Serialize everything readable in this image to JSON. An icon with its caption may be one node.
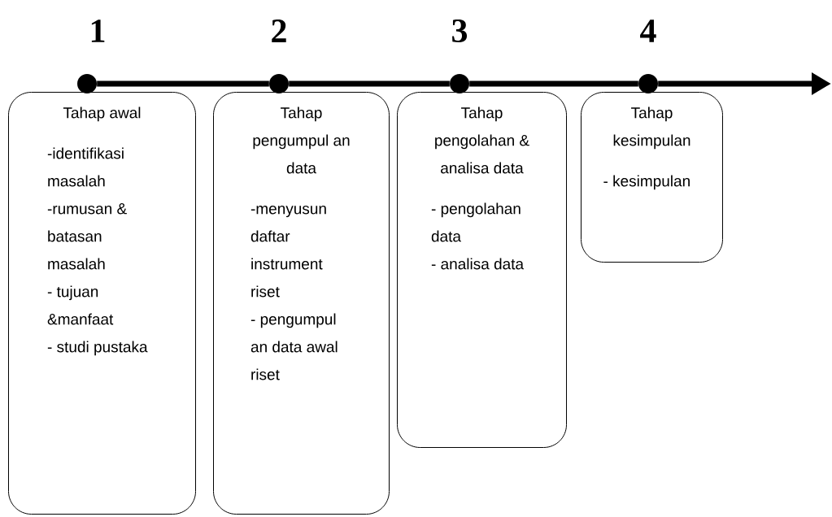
{
  "diagram": {
    "nodes": [
      {
        "text": [],
        "shape": "circle"
      },
      {
        "text": [],
        "shape": "circle"
      },
      {
        "text": [],
        "shape": "circle"
      },
      {
        "text": [],
        "shape": "circle"
      },
      {
        "text": [
          "Tahap awal",
          "-identifikasi masalah",
          "-rumusan & batasan masalah",
          "- tujuan &manfaat",
          "- studi pustaka"
        ]
      },
      {
        "text": [
          "Tahap pengumpul an data",
          "-menyusun daftar instrument riset",
          "- pengumpul an data awal riset"
        ]
      },
      {
        "text": [
          "Tahap pengolahan & analisa data",
          "- pengolahan data",
          "- analisa data"
        ]
      },
      {
        "text": [
          "Tahap kesimpulan",
          "- kesimpulan"
        ]
      }
    ],
    "edges": [
      {
        "from": 0,
        "to": 1,
        "arrow": "none"
      },
      {
        "from": 1,
        "to": 2,
        "arrow": "none"
      },
      {
        "from": 2,
        "to": 3,
        "arrow": "none"
      },
      {
        "from": 3,
        "to": null,
        "arrow": "to"
      }
    ],
    "labels": [
      "1",
      "2",
      "3",
      "4"
    ]
  }
}
